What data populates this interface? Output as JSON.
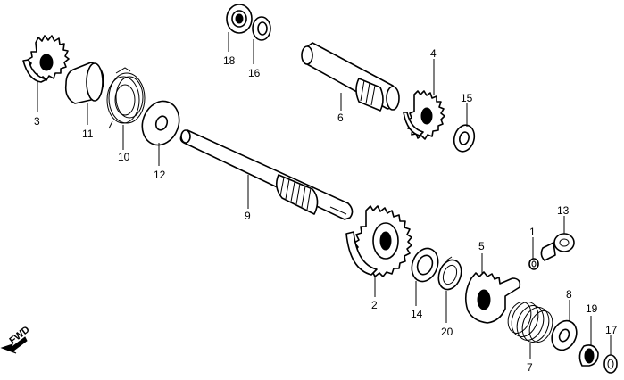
{
  "callouts": {
    "c1": "1",
    "c2": "2",
    "c3": "3",
    "c4": "4",
    "c5": "5",
    "c6": "6",
    "c7": "7",
    "c8": "8",
    "c9": "9",
    "c10": "10",
    "c11": "11",
    "c12": "12",
    "c13": "13",
    "c14": "14",
    "c15": "15",
    "c16": "16",
    "c17": "17",
    "c18": "18",
    "c19": "19",
    "c20": "20"
  },
  "direction_label": "FWD"
}
